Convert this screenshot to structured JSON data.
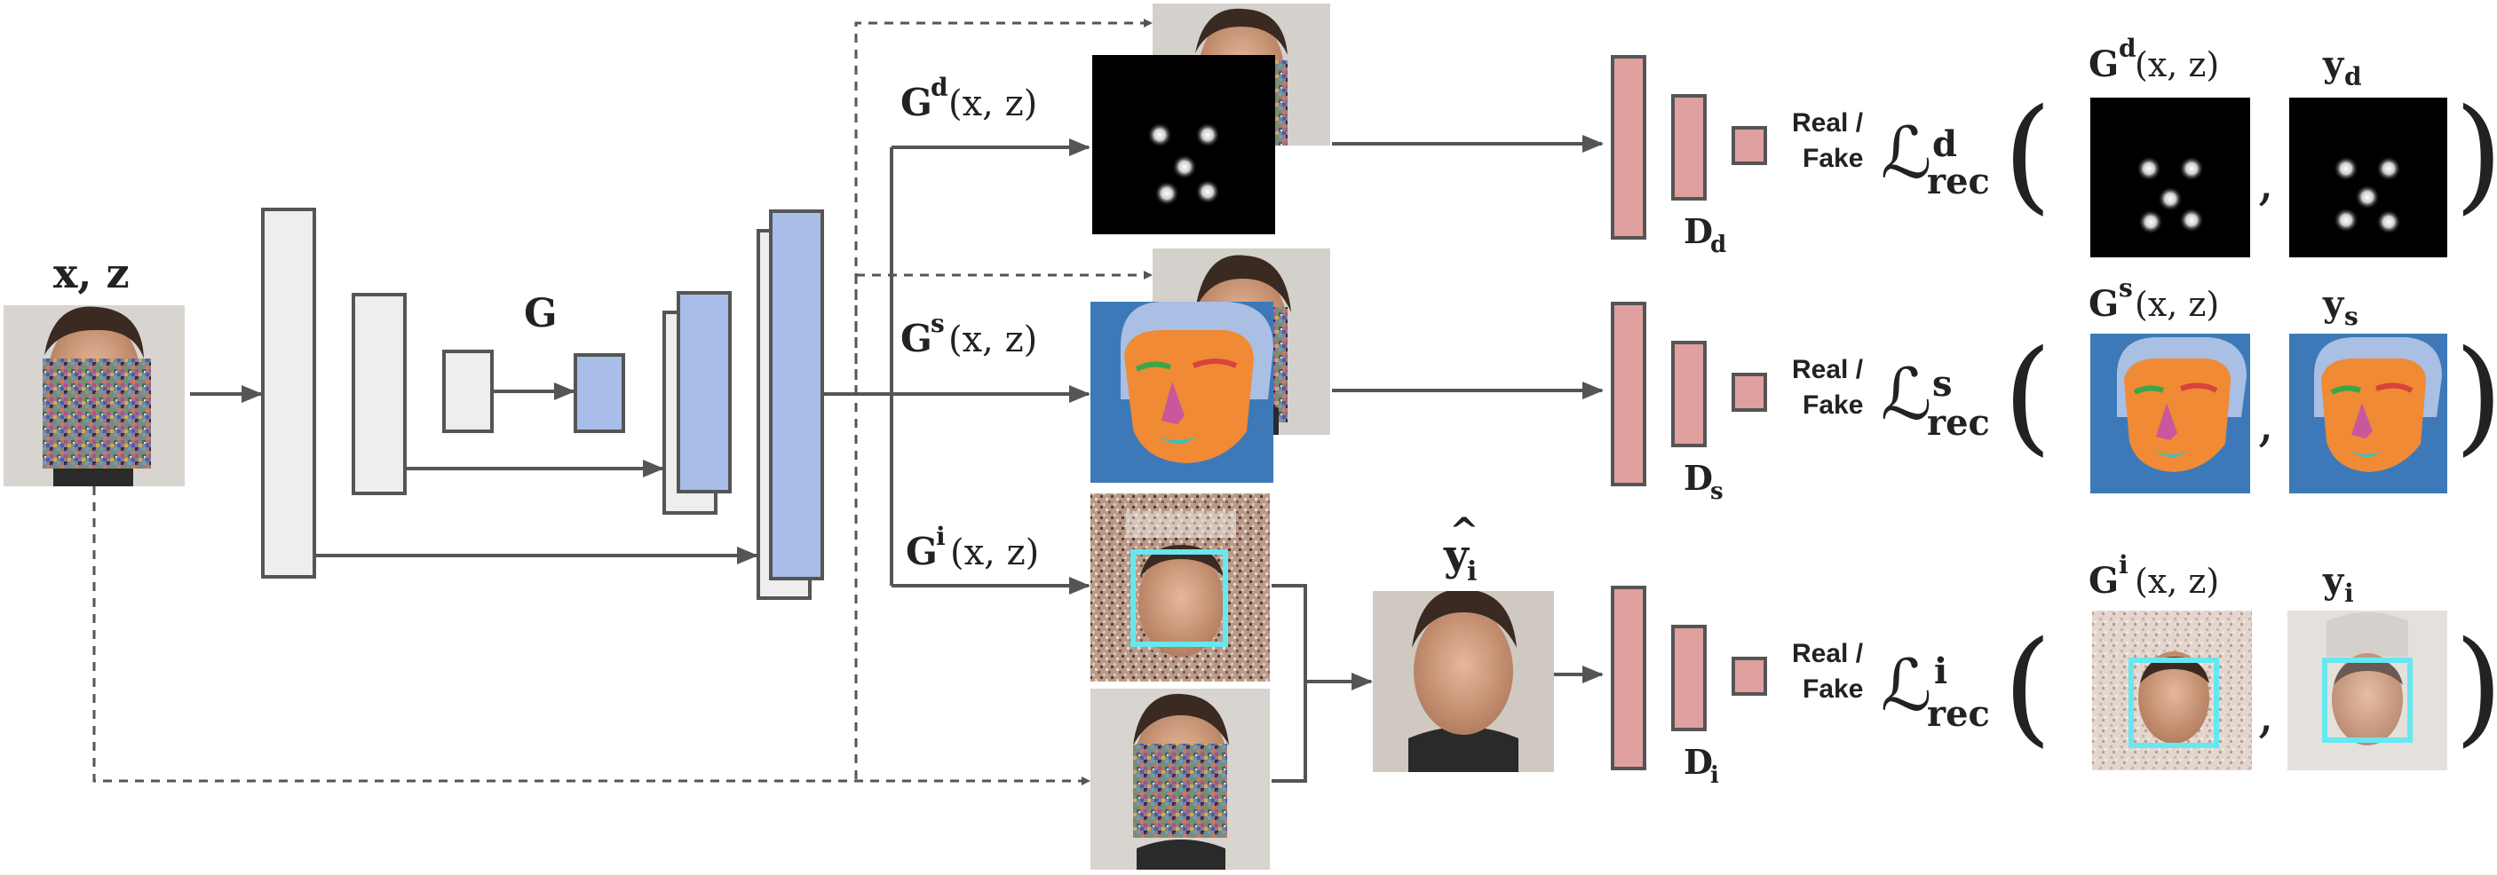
{
  "input_label": {
    "base": "x, z"
  },
  "generator_label": "G",
  "branches": {
    "depth": {
      "G": "G",
      "sup": "d",
      "args": "(x, z)"
    },
    "seg": {
      "G": "G",
      "sup": "s",
      "args": "(x, z)"
    },
    "img": {
      "G": "G",
      "sup": "i",
      "args": "(x, z)"
    }
  },
  "y_hat": {
    "base": "y",
    "hat": "^",
    "sub": "i"
  },
  "discriminators": [
    {
      "base": "D",
      "sub": "d"
    },
    {
      "base": "D",
      "sub": "s"
    },
    {
      "base": "D",
      "sub": "i"
    }
  ],
  "real_fake": {
    "line1": "Real /",
    "line2": "Fake"
  },
  "losses": [
    {
      "L": "ℒ",
      "sup": "d",
      "sub": "rec",
      "gen": {
        "G": "G",
        "sup": "d",
        "args": "(x, z)"
      },
      "gt": {
        "base": "y",
        "sub": "d"
      }
    },
    {
      "L": "ℒ",
      "sup": "s",
      "sub": "rec",
      "gen": {
        "G": "G",
        "sup": "s",
        "args": "(x, z)"
      },
      "gt": {
        "base": "y",
        "sub": "s"
      }
    },
    {
      "L": "ℒ",
      "sup": "i",
      "sub": "rec",
      "gen": {
        "G": "G",
        "sup": "i",
        "args": "(x, z)"
      },
      "gt": {
        "base": "y",
        "sub": "i"
      }
    }
  ],
  "punct": {
    "open": "(",
    "close": ")",
    "comma": ","
  },
  "colors": {
    "encoder": "#eeeeee",
    "decoder": "#a8bde8",
    "discriminator": "#e0a0a0",
    "line": "#555555",
    "seg_bg": "#3d79b8",
    "seg_face": "#f08a34",
    "hair": "#a9bfe3",
    "box": "#66e8f0"
  }
}
